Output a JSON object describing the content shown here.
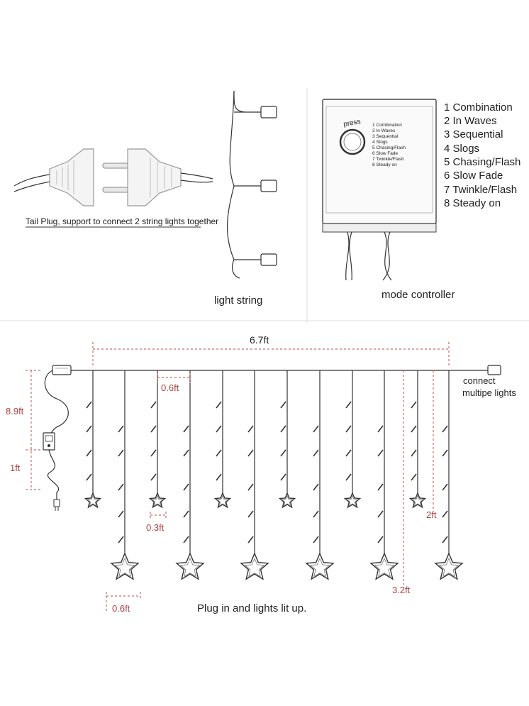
{
  "top": {
    "tail_plug_caption": "Tail Plug, support to connect 2 string lights together",
    "light_string_caption": "light string",
    "mode_controller_caption": "mode controller",
    "press_label": "press",
    "modes": [
      "1 Combination",
      "2 In Waves",
      "3 Sequential",
      "4 Slogs",
      "5 Chasing/Flash",
      "6 Slow Fade",
      "7 Twinkle/Flash",
      "8 Steady on"
    ]
  },
  "bottom": {
    "width_label": "6.7ft",
    "connect_label_1": "connect",
    "connect_label_2": "multipe lights",
    "height_total_label": "8.9ft",
    "height_lower_label": "1ft",
    "spacing_top_label": "0.6ft",
    "small_star_label": "0.3ft",
    "short_drop_label": "2ft",
    "long_drop_label": "3.2ft",
    "big_star_label": "0.6ft",
    "footer_caption": "Plug in and lights lit up."
  },
  "colors": {
    "dimension": "#c96a6a",
    "line": "#333333"
  }
}
